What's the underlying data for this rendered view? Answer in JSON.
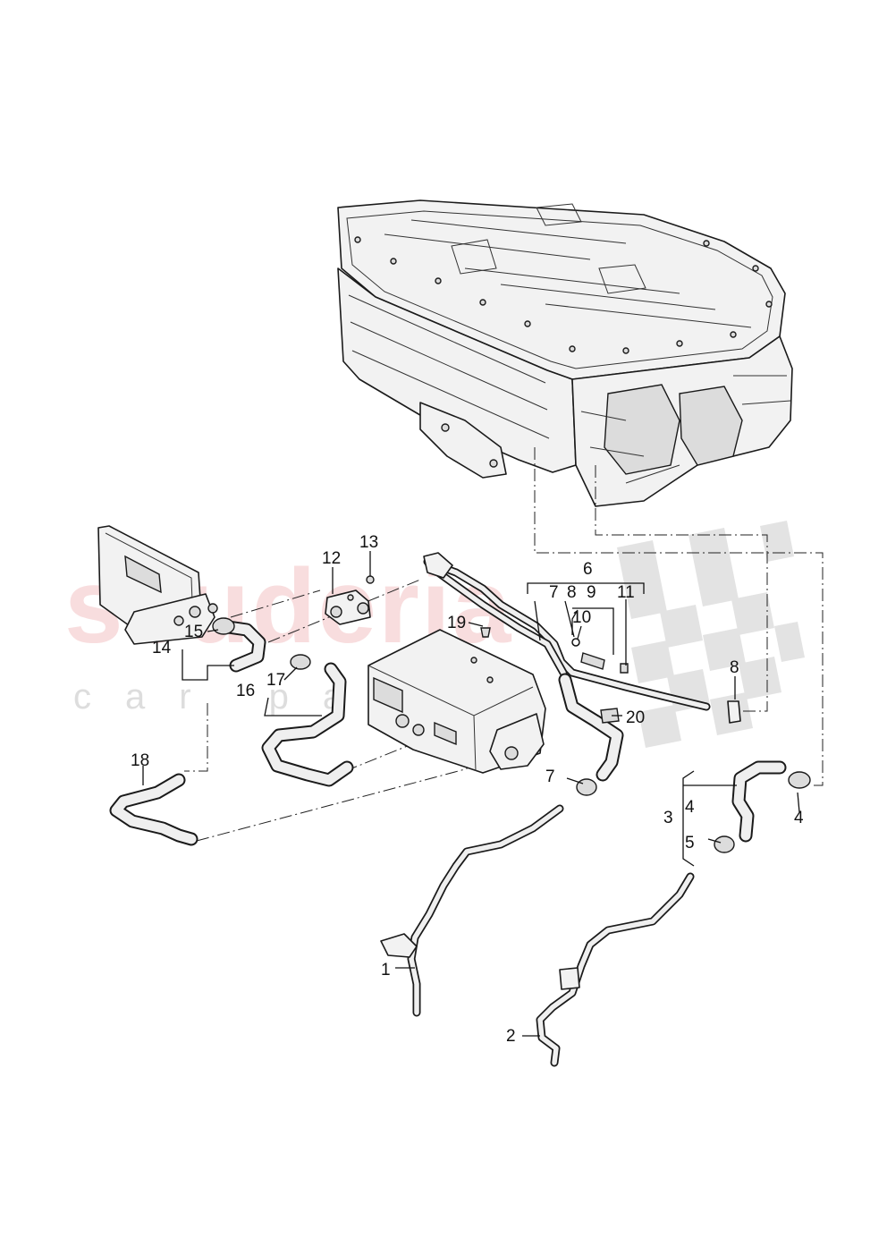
{
  "watermark": {
    "brand": "scuderia",
    "sub": "car parts"
  },
  "callouts": [
    {
      "id": "c1",
      "text": "1"
    },
    {
      "id": "c2",
      "text": "2"
    },
    {
      "id": "c3",
      "text": "3"
    },
    {
      "id": "c4a",
      "text": "4"
    },
    {
      "id": "c4b",
      "text": "4"
    },
    {
      "id": "c5",
      "text": "5"
    },
    {
      "id": "c6",
      "text": "6"
    },
    {
      "id": "c7a",
      "text": "7"
    },
    {
      "id": "c7b",
      "text": "7"
    },
    {
      "id": "c8a",
      "text": "8"
    },
    {
      "id": "c8b",
      "text": "8"
    },
    {
      "id": "c9",
      "text": "9"
    },
    {
      "id": "c10",
      "text": "10"
    },
    {
      "id": "c11",
      "text": "11"
    },
    {
      "id": "c12",
      "text": "12"
    },
    {
      "id": "c13",
      "text": "13"
    },
    {
      "id": "c14",
      "text": "14"
    },
    {
      "id": "c15",
      "text": "15"
    },
    {
      "id": "c16",
      "text": "16"
    },
    {
      "id": "c17",
      "text": "17"
    },
    {
      "id": "c18",
      "text": "18"
    },
    {
      "id": "c19",
      "text": "19"
    },
    {
      "id": "c20",
      "text": "20"
    }
  ]
}
